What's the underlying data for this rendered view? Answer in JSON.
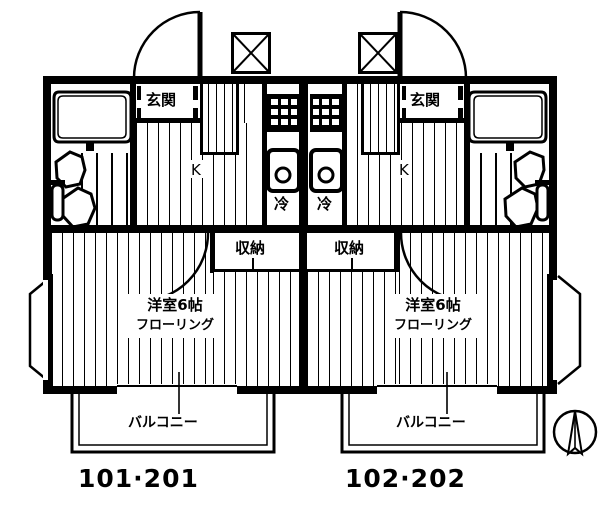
{
  "plan": {
    "type": "floor-plan",
    "title_visible": false,
    "orientation_marker": "north-compass",
    "units": [
      {
        "id": "unit-left",
        "unit_label": "101·201",
        "rooms": [
          {
            "name": "entrance",
            "label": "玄関"
          },
          {
            "name": "kitchen",
            "label": "K"
          },
          {
            "name": "refrigerator-space",
            "label": "冷"
          },
          {
            "name": "closet",
            "label": "収納"
          },
          {
            "name": "western-room",
            "label": "洋室6帖",
            "flooring_label": "フローリング"
          },
          {
            "name": "balcony",
            "label": "バルコニー"
          }
        ]
      },
      {
        "id": "unit-right",
        "unit_label": "102·202",
        "rooms": [
          {
            "name": "entrance",
            "label": "玄関"
          },
          {
            "name": "kitchen",
            "label": "K"
          },
          {
            "name": "refrigerator-space",
            "label": "冷"
          },
          {
            "name": "closet",
            "label": "収納"
          },
          {
            "name": "western-room",
            "label": "洋室6帖",
            "flooring_label": "フローリング"
          },
          {
            "name": "balcony",
            "label": "バルコニー"
          }
        ]
      }
    ],
    "colors": {
      "line": "#000000",
      "paper": "#ffffff"
    }
  }
}
